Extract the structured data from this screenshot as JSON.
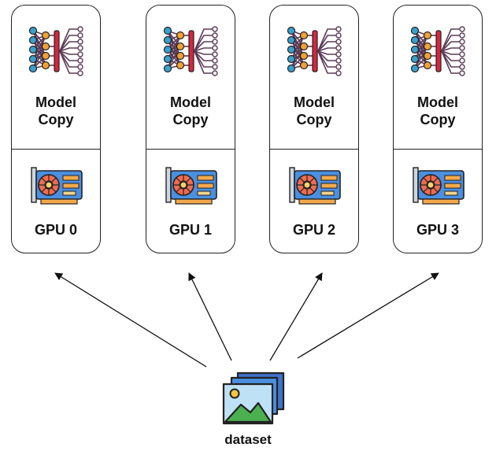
{
  "cards": [
    {
      "model_label_1": "Model",
      "model_label_2": "Copy",
      "gpu_label": "GPU 0"
    },
    {
      "model_label_1": "Model",
      "model_label_2": "Copy",
      "gpu_label": "GPU 1"
    },
    {
      "model_label_1": "Model",
      "model_label_2": "Copy",
      "gpu_label": "GPU 2"
    },
    {
      "model_label_1": "Model",
      "model_label_2": "Copy",
      "gpu_label": "GPU 3"
    }
  ],
  "dataset": {
    "label": "dataset"
  },
  "icons": {
    "model": "neural-network-icon",
    "gpu": "graphics-card-icon",
    "dataset": "image-stack-icon"
  },
  "colors": {
    "node_blue": "#3aa0cc",
    "node_orange": "#f2a135",
    "node_dark": "#5a3b57",
    "accent_red": "#d7263d",
    "gpu_blue": "#4a8fe0",
    "gpu_orange": "#f3a94b",
    "outline": "#222222"
  }
}
